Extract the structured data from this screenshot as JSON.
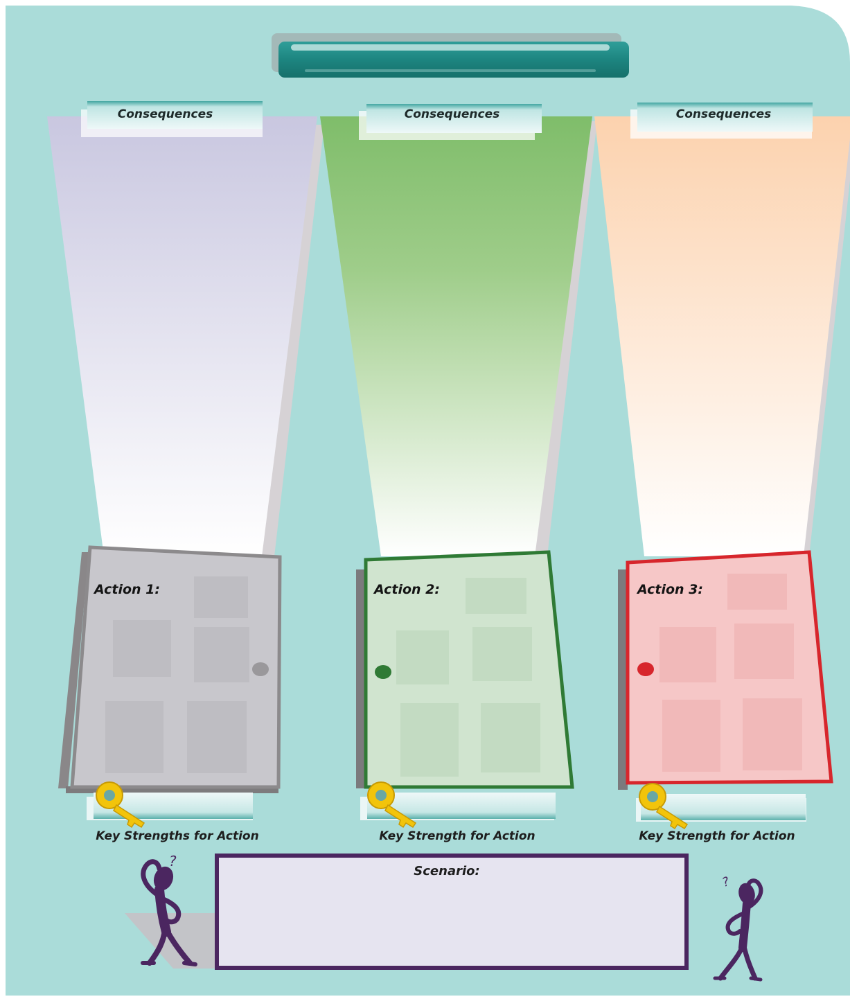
{
  "banner": {
    "title": ""
  },
  "columns": [
    {
      "consequences_label": "Consequences",
      "action_label": "Action 1:",
      "key_label": "Key Strengths for Action",
      "beam_top_color": "#c9c7e0",
      "door_color": "#c7c6cb",
      "door_border": "#8c8a8c",
      "knob_color": "#9a989b",
      "action_text": ""
    },
    {
      "consequences_label": "Consequences",
      "action_label": "Action 2:",
      "key_label": "Key Strength for Action",
      "beam_top_color": "#7fbd6a",
      "door_color": "#cfe3cf",
      "door_border": "#2f7a35",
      "knob_color": "#2f7a35",
      "action_text": ""
    },
    {
      "consequences_label": "Consequences",
      "action_label": "Action 3:",
      "key_label": "Key Strength for Action",
      "beam_top_color": "#fcd2ae",
      "door_color": "#f5c6c6",
      "door_border": "#d7262c",
      "knob_color": "#d7262c",
      "action_text": ""
    }
  ],
  "scenario": {
    "label": "Scenario:",
    "text": ""
  },
  "colors": {
    "background": "#aadcd9",
    "banner": "#1e8a86",
    "tab": "#d6efee",
    "scenario_border": "#4b2660",
    "scenario_fill": "#e6e4f0",
    "figure": "#4b2660",
    "key": "#f2c40b"
  },
  "icons": [
    "key-icon",
    "confused-person-icon"
  ]
}
